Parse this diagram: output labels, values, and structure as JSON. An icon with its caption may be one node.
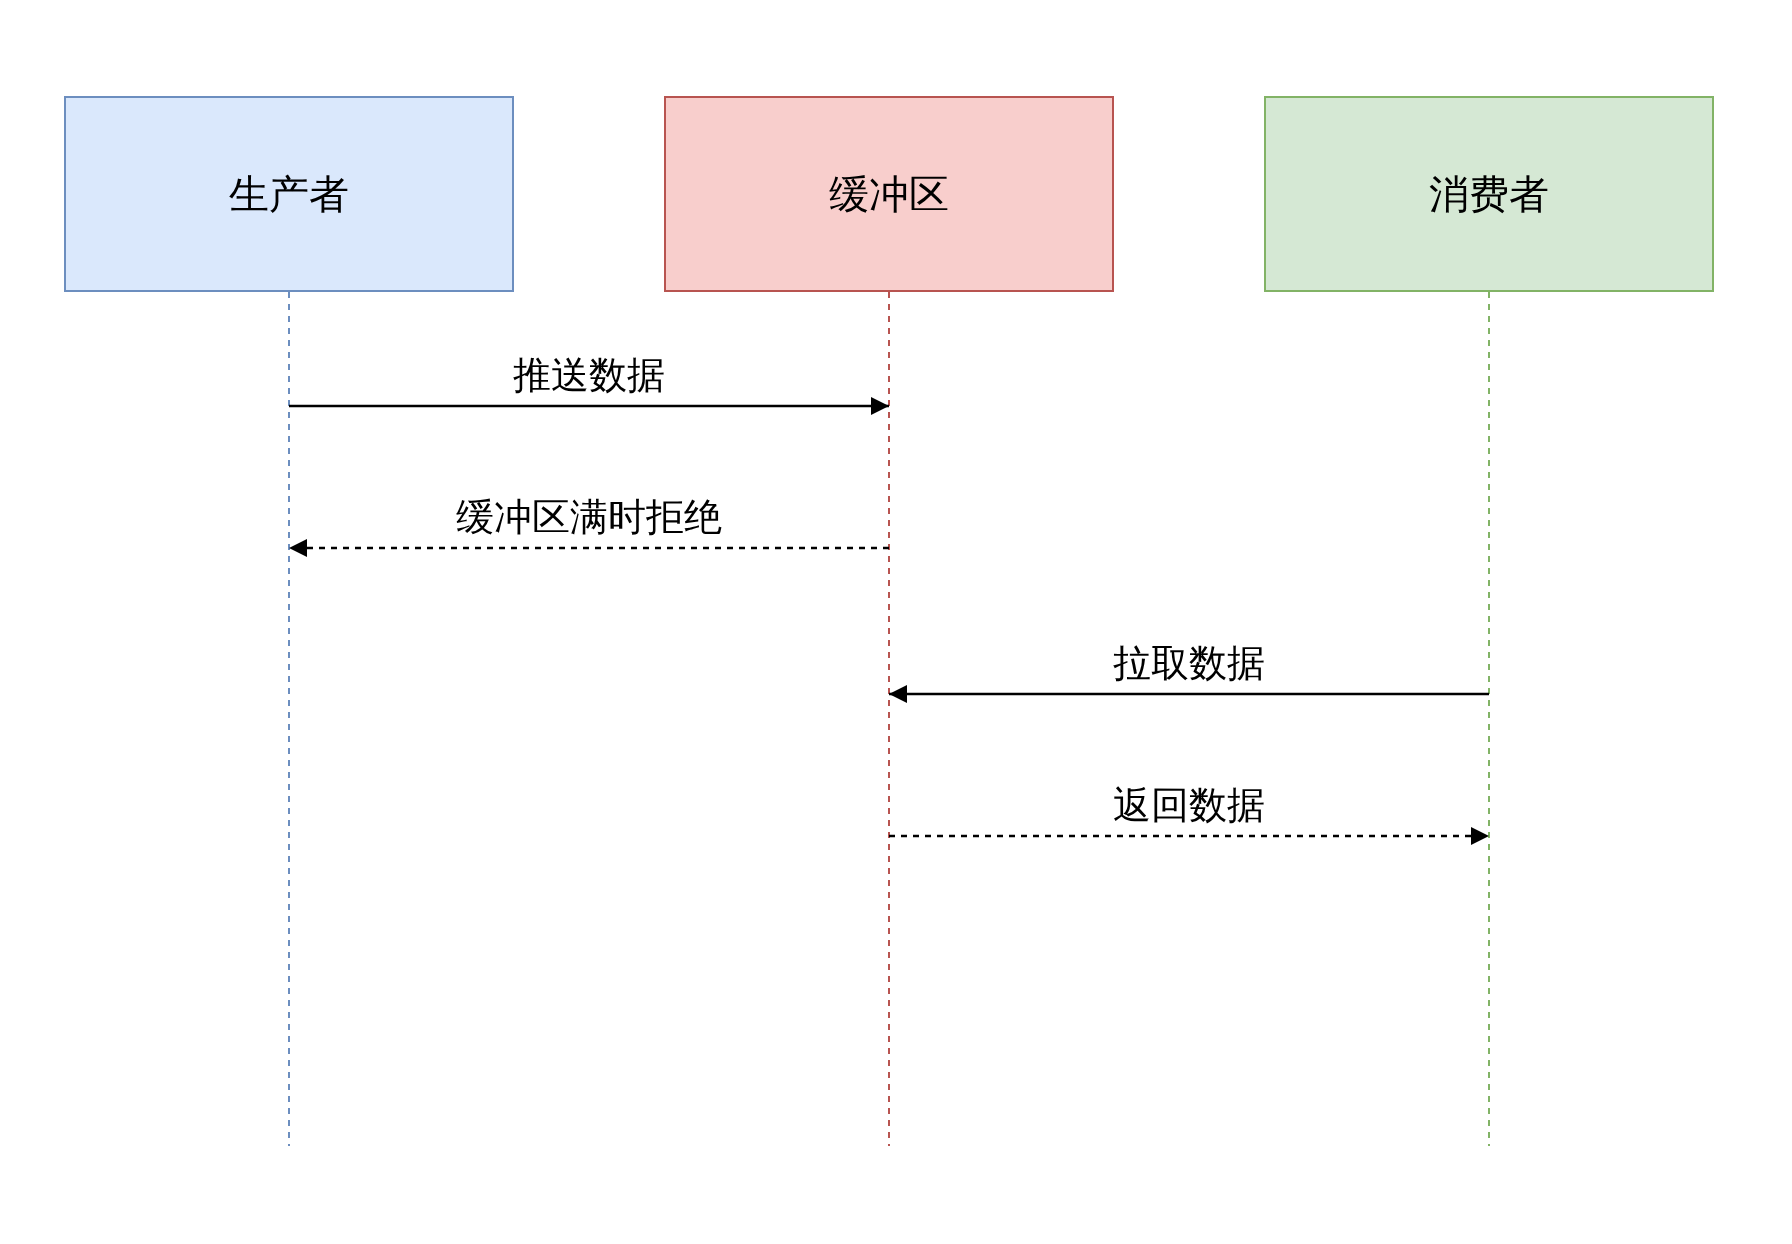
{
  "diagram": {
    "nodes": [
      {
        "text": [
          "生产者"
        ]
      },
      {
        "text": [
          "缓冲区"
        ]
      },
      {
        "text": [
          "消费者"
        ]
      }
    ],
    "edges": [
      {
        "from": 0,
        "to": 1,
        "arrow": "to",
        "label": "推送数据"
      },
      {
        "from": 1,
        "to": 0,
        "arrow": "to",
        "label": "缓冲区满时拒绝",
        "style": "dashed"
      },
      {
        "from": 2,
        "to": 1,
        "arrow": "to",
        "label": "拉取数据"
      },
      {
        "from": 1,
        "to": 2,
        "arrow": "to",
        "label": "返回数据",
        "style": "dashed"
      }
    ]
  }
}
